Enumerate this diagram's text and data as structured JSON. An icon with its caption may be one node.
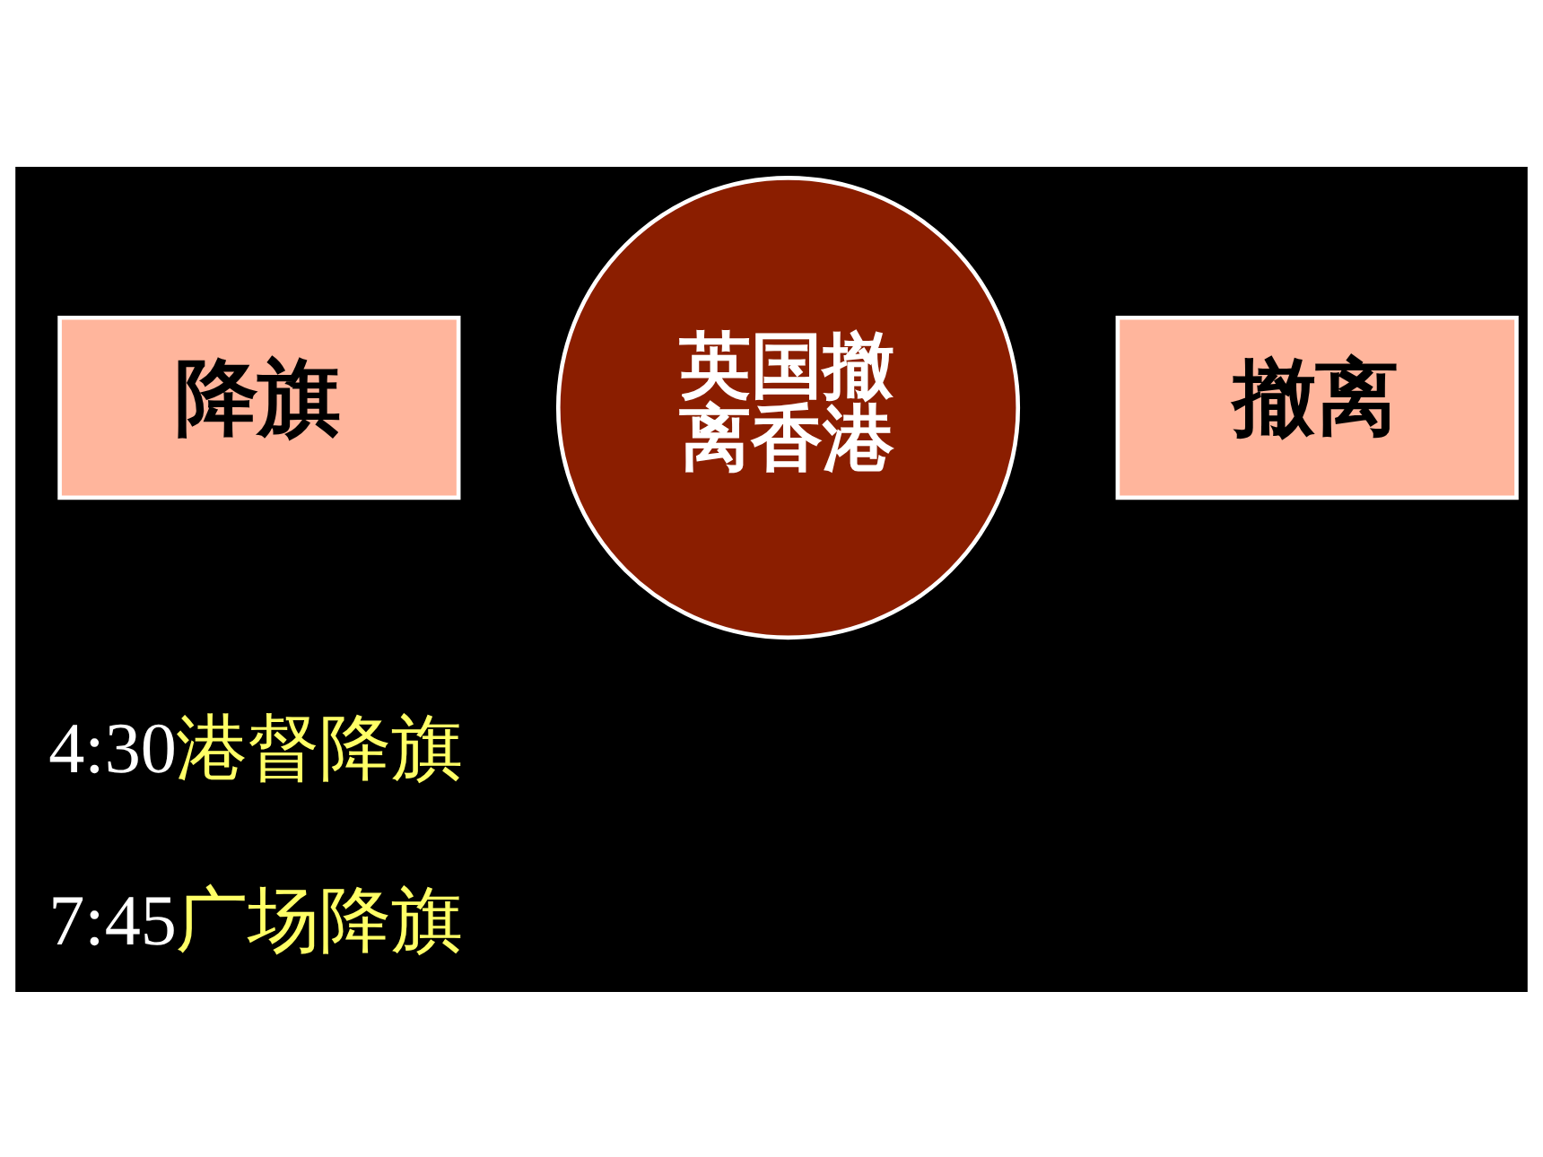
{
  "diagram": {
    "nodes": [
      {
        "text": [
          "降旗"
        ]
      },
      {
        "text": [
          "英国撤离香港"
        ]
      },
      {
        "text": [
          "撤离"
        ]
      }
    ],
    "labels": [
      "4:30港督降旗",
      "7:45广场降旗"
    ]
  }
}
